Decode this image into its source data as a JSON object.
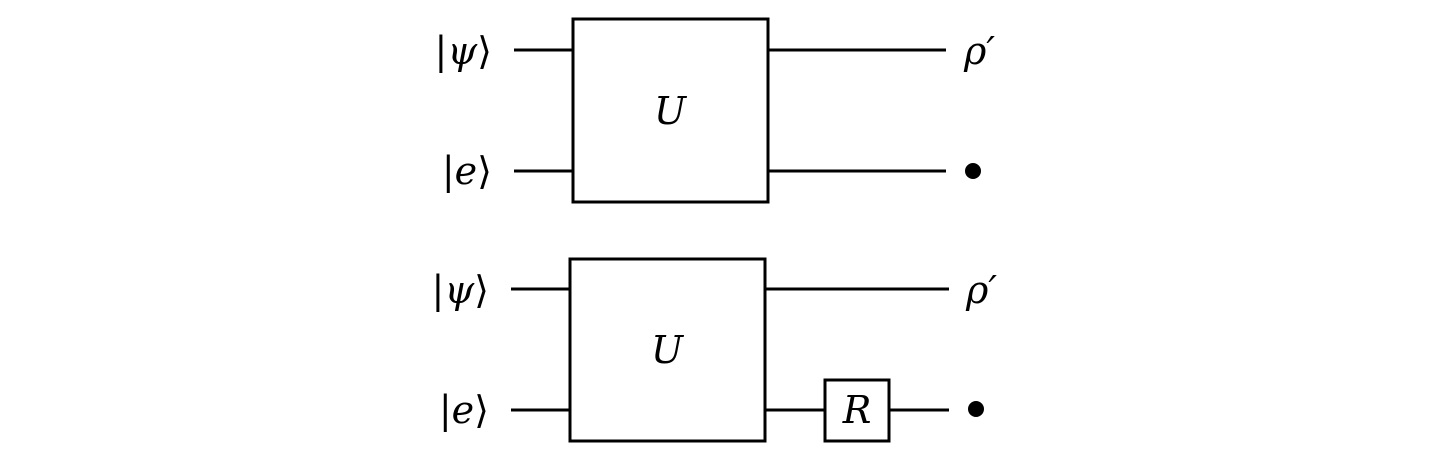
{
  "circuits": [
    {
      "inputs": [
        {
          "symbol": "ψ"
        },
        {
          "symbol": "e"
        }
      ],
      "gate": "U",
      "output_top": "ρ′"
    },
    {
      "inputs": [
        {
          "symbol": "ψ"
        },
        {
          "symbol": "e"
        }
      ],
      "gate": "U",
      "output_top": "ρ′",
      "reset_gate": "R"
    }
  ],
  "ket": {
    "left": "|",
    "right": "⟩"
  }
}
